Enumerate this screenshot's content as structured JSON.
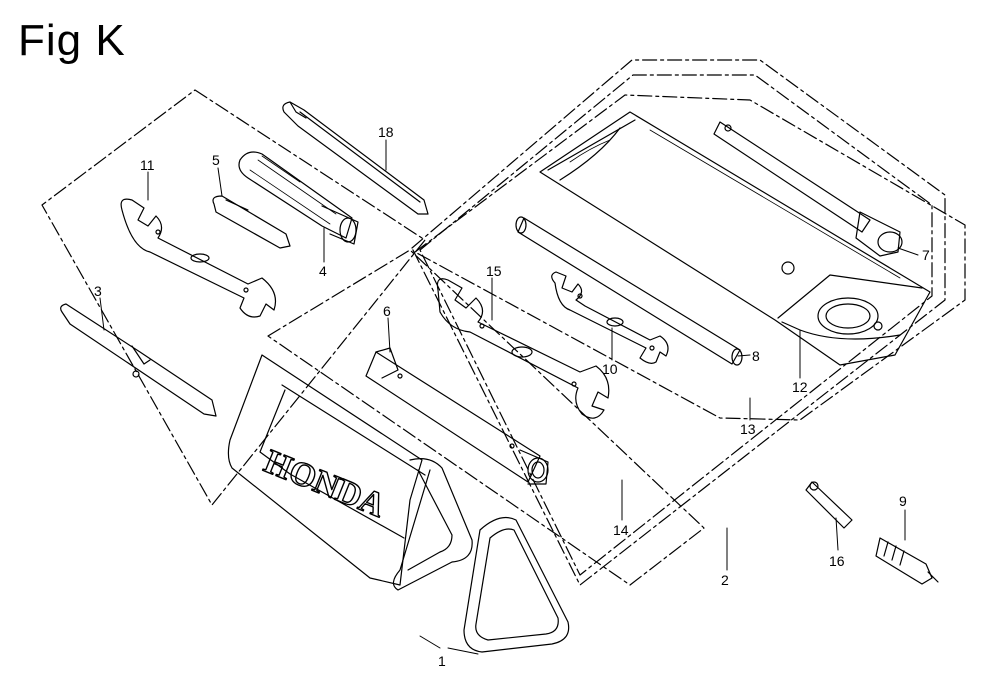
{
  "title": "Fig K",
  "callouts": {
    "c1": "1",
    "c2": "2",
    "c3": "3",
    "c4": "4",
    "c5": "5",
    "c6": "6",
    "c7": "7",
    "c8": "8",
    "c9": "9",
    "c10": "10",
    "c11": "11",
    "c12": "12",
    "c13": "13",
    "c14": "14",
    "c15": "15",
    "c16": "16",
    "c18": "18"
  },
  "bag_brand": "HONDA",
  "colors": {
    "ink": "#000000",
    "paper": "#ffffff"
  }
}
